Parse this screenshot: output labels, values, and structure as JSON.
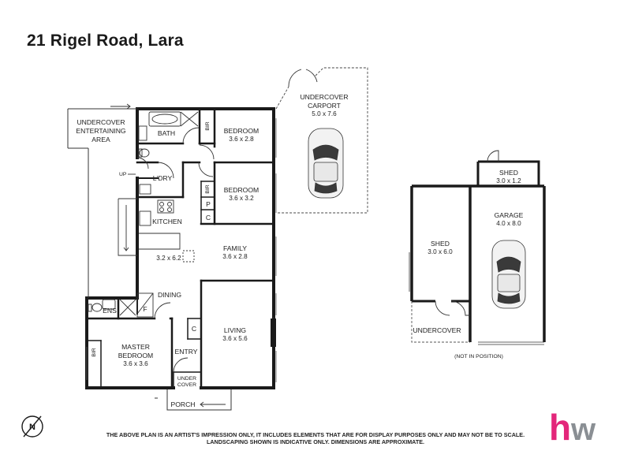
{
  "title": "21 Rigel Road, Lara",
  "brand_color": "#e3267a",
  "logo_gray": "#8a8f94",
  "logo_letters": {
    "h": "h",
    "w": "w"
  },
  "compass_letter": "N",
  "rooms": {
    "entertaining": [
      "UNDERCOVER",
      "ENTERTAINING",
      "AREA"
    ],
    "bath": "BATH",
    "bir": "BIR",
    "bedroom": "BEDROOM",
    "bedroom1_dim": "3.6 x 2.8",
    "bedroom2_dim": "3.6 x 3.2",
    "p": "P",
    "c": "C",
    "up": "UP",
    "ldry": "L'DRY",
    "kitchen": "KITCHEN",
    "kitchen_dim": "3.2 x 6.2",
    "family": "FAMILY",
    "family_dim": "3.6 x 2.8",
    "dining": "DINING",
    "ens": "ENS",
    "f": "F",
    "master": [
      "MASTER",
      "BEDROOM"
    ],
    "master_dim": "3.6 x 3.6",
    "entry": "ENTRY",
    "under_cover": [
      "UNDER",
      "COVER"
    ],
    "porch": "PORCH",
    "living": "LIVING",
    "living_dim": "3.6 x 5.6",
    "carport": [
      "UNDERCOVER",
      "CARPORT"
    ],
    "carport_dim": "5.0 x 7.6",
    "shed_small": "SHED",
    "shed_small_dim": "3.0 x 1.2",
    "garage": "GARAGE",
    "garage_dim": "4.0 x 8.0",
    "shed_big": "SHED",
    "shed_big_dim": "3.0 x 6.0",
    "undercover": "UNDERCOVER",
    "not_in_position": "(NOT IN POSITION)"
  },
  "disclaimer": [
    "THE ABOVE PLAN IS AN ARTIST'S IMPRESSION ONLY, IT INCLUDES ELEMENTS THAT ARE FOR DISPLAY PURPOSES ONLY AND MAY NOT BE TO SCALE.",
    "LANDSCAPING SHOWN IS INDICATIVE ONLY. DIMENSIONS ARE APPROXIMATE."
  ]
}
